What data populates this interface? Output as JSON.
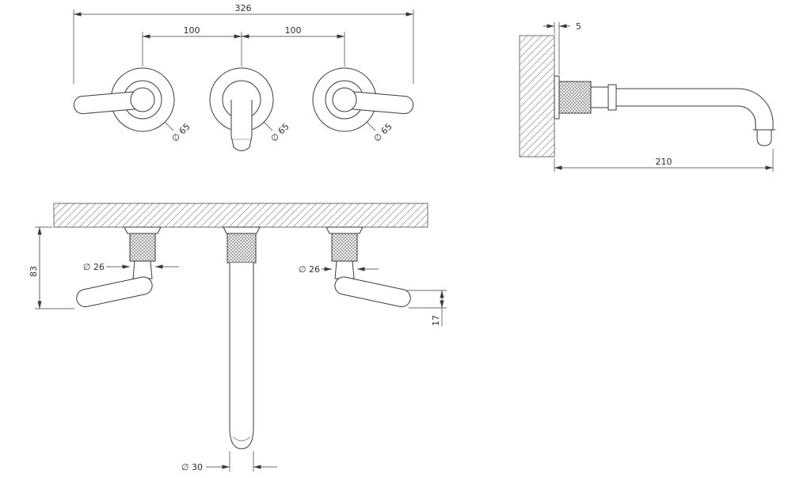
{
  "page": {
    "background": "#ffffff",
    "line_color": "#3a3a3a",
    "description": "wall-mounted three-hole basin mixer technical dimension drawing"
  },
  "front_view": {
    "overall_width": "326",
    "pitch_left": "100",
    "pitch_right": "100",
    "handle_left_dia": "∅ 65",
    "spout_dia": "∅ 65",
    "handle_right_dia": "∅ 65"
  },
  "side_view": {
    "plate_thickness": "5",
    "spout_reach": "210"
  },
  "installed_view": {
    "drop_height": "83",
    "handle_left_dia": "∅ 26",
    "handle_right_dia": "∅ 26",
    "handle_end_dia": "17",
    "spout_tube_dia": "∅ 30"
  }
}
